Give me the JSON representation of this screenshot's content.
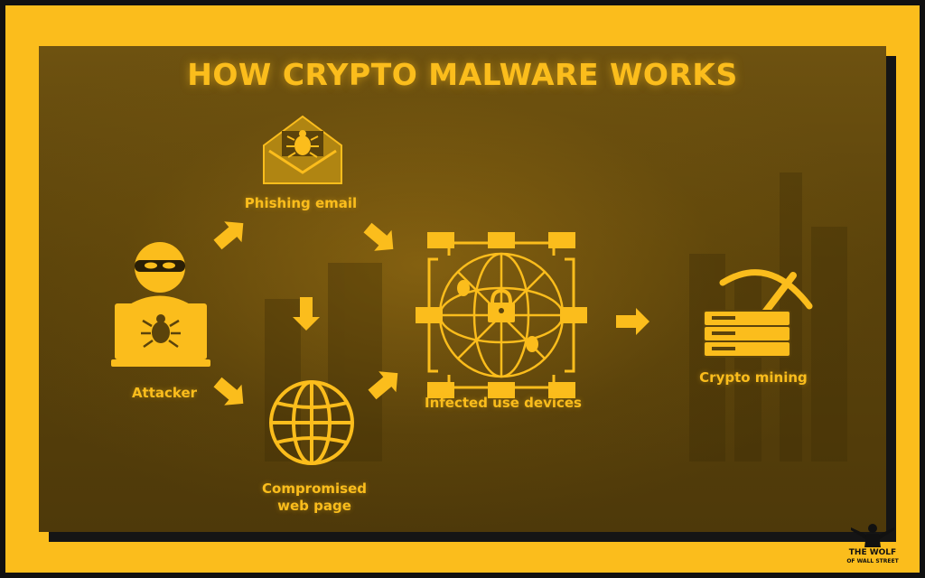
{
  "title": "HOW CRYPTO MALWARE WORKS",
  "nodes": {
    "attacker": "Attacker",
    "phishing": "Phishing email",
    "compromised_line1": "Compromised",
    "compromised_line2": "web page",
    "infected": "Infected use devices",
    "mining": "Crypto mining"
  },
  "logo": {
    "line1": "THE WOLF",
    "line2": "OF WALL STREET"
  },
  "colors": {
    "accent": "#fbbd1c",
    "panel": "#5b430b",
    "border": "#111111"
  },
  "icons": [
    "envelope-bug-icon",
    "hacker-icon",
    "laptop-bug-icon",
    "globe-icon",
    "network-lock-icon",
    "pickaxe-server-icon",
    "arrow-icon"
  ]
}
